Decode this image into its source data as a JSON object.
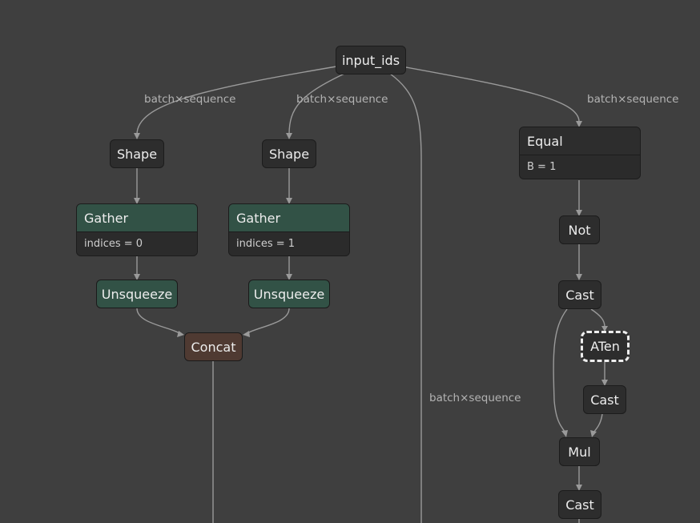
{
  "graph": {
    "input": "input_ids",
    "edge_labels": {
      "shape_a": "batch×sequence",
      "shape_b": "batch×sequence",
      "equal": "batch×sequence",
      "long": "batch×sequence"
    },
    "nodes": {
      "shape_a": "Shape",
      "shape_b": "Shape",
      "gather_a": {
        "op": "Gather",
        "attr": "indices = 0"
      },
      "gather_b": {
        "op": "Gather",
        "attr": "indices = 1"
      },
      "unsqueeze_a": "Unsqueeze",
      "unsqueeze_b": "Unsqueeze",
      "concat": "Concat",
      "equal": {
        "op": "Equal",
        "attr": "B = 1"
      },
      "not": "Not",
      "cast_1": "Cast",
      "aten": "ATen",
      "cast_2": "Cast",
      "mul": "Mul",
      "cast_3": "Cast"
    }
  },
  "colors": {
    "background": "#3f3f3f",
    "node_default": "#2d2d2d",
    "node_layer": "#325246",
    "node_tensor_op": "#4f3a32",
    "edge": "#9a9a9a"
  }
}
